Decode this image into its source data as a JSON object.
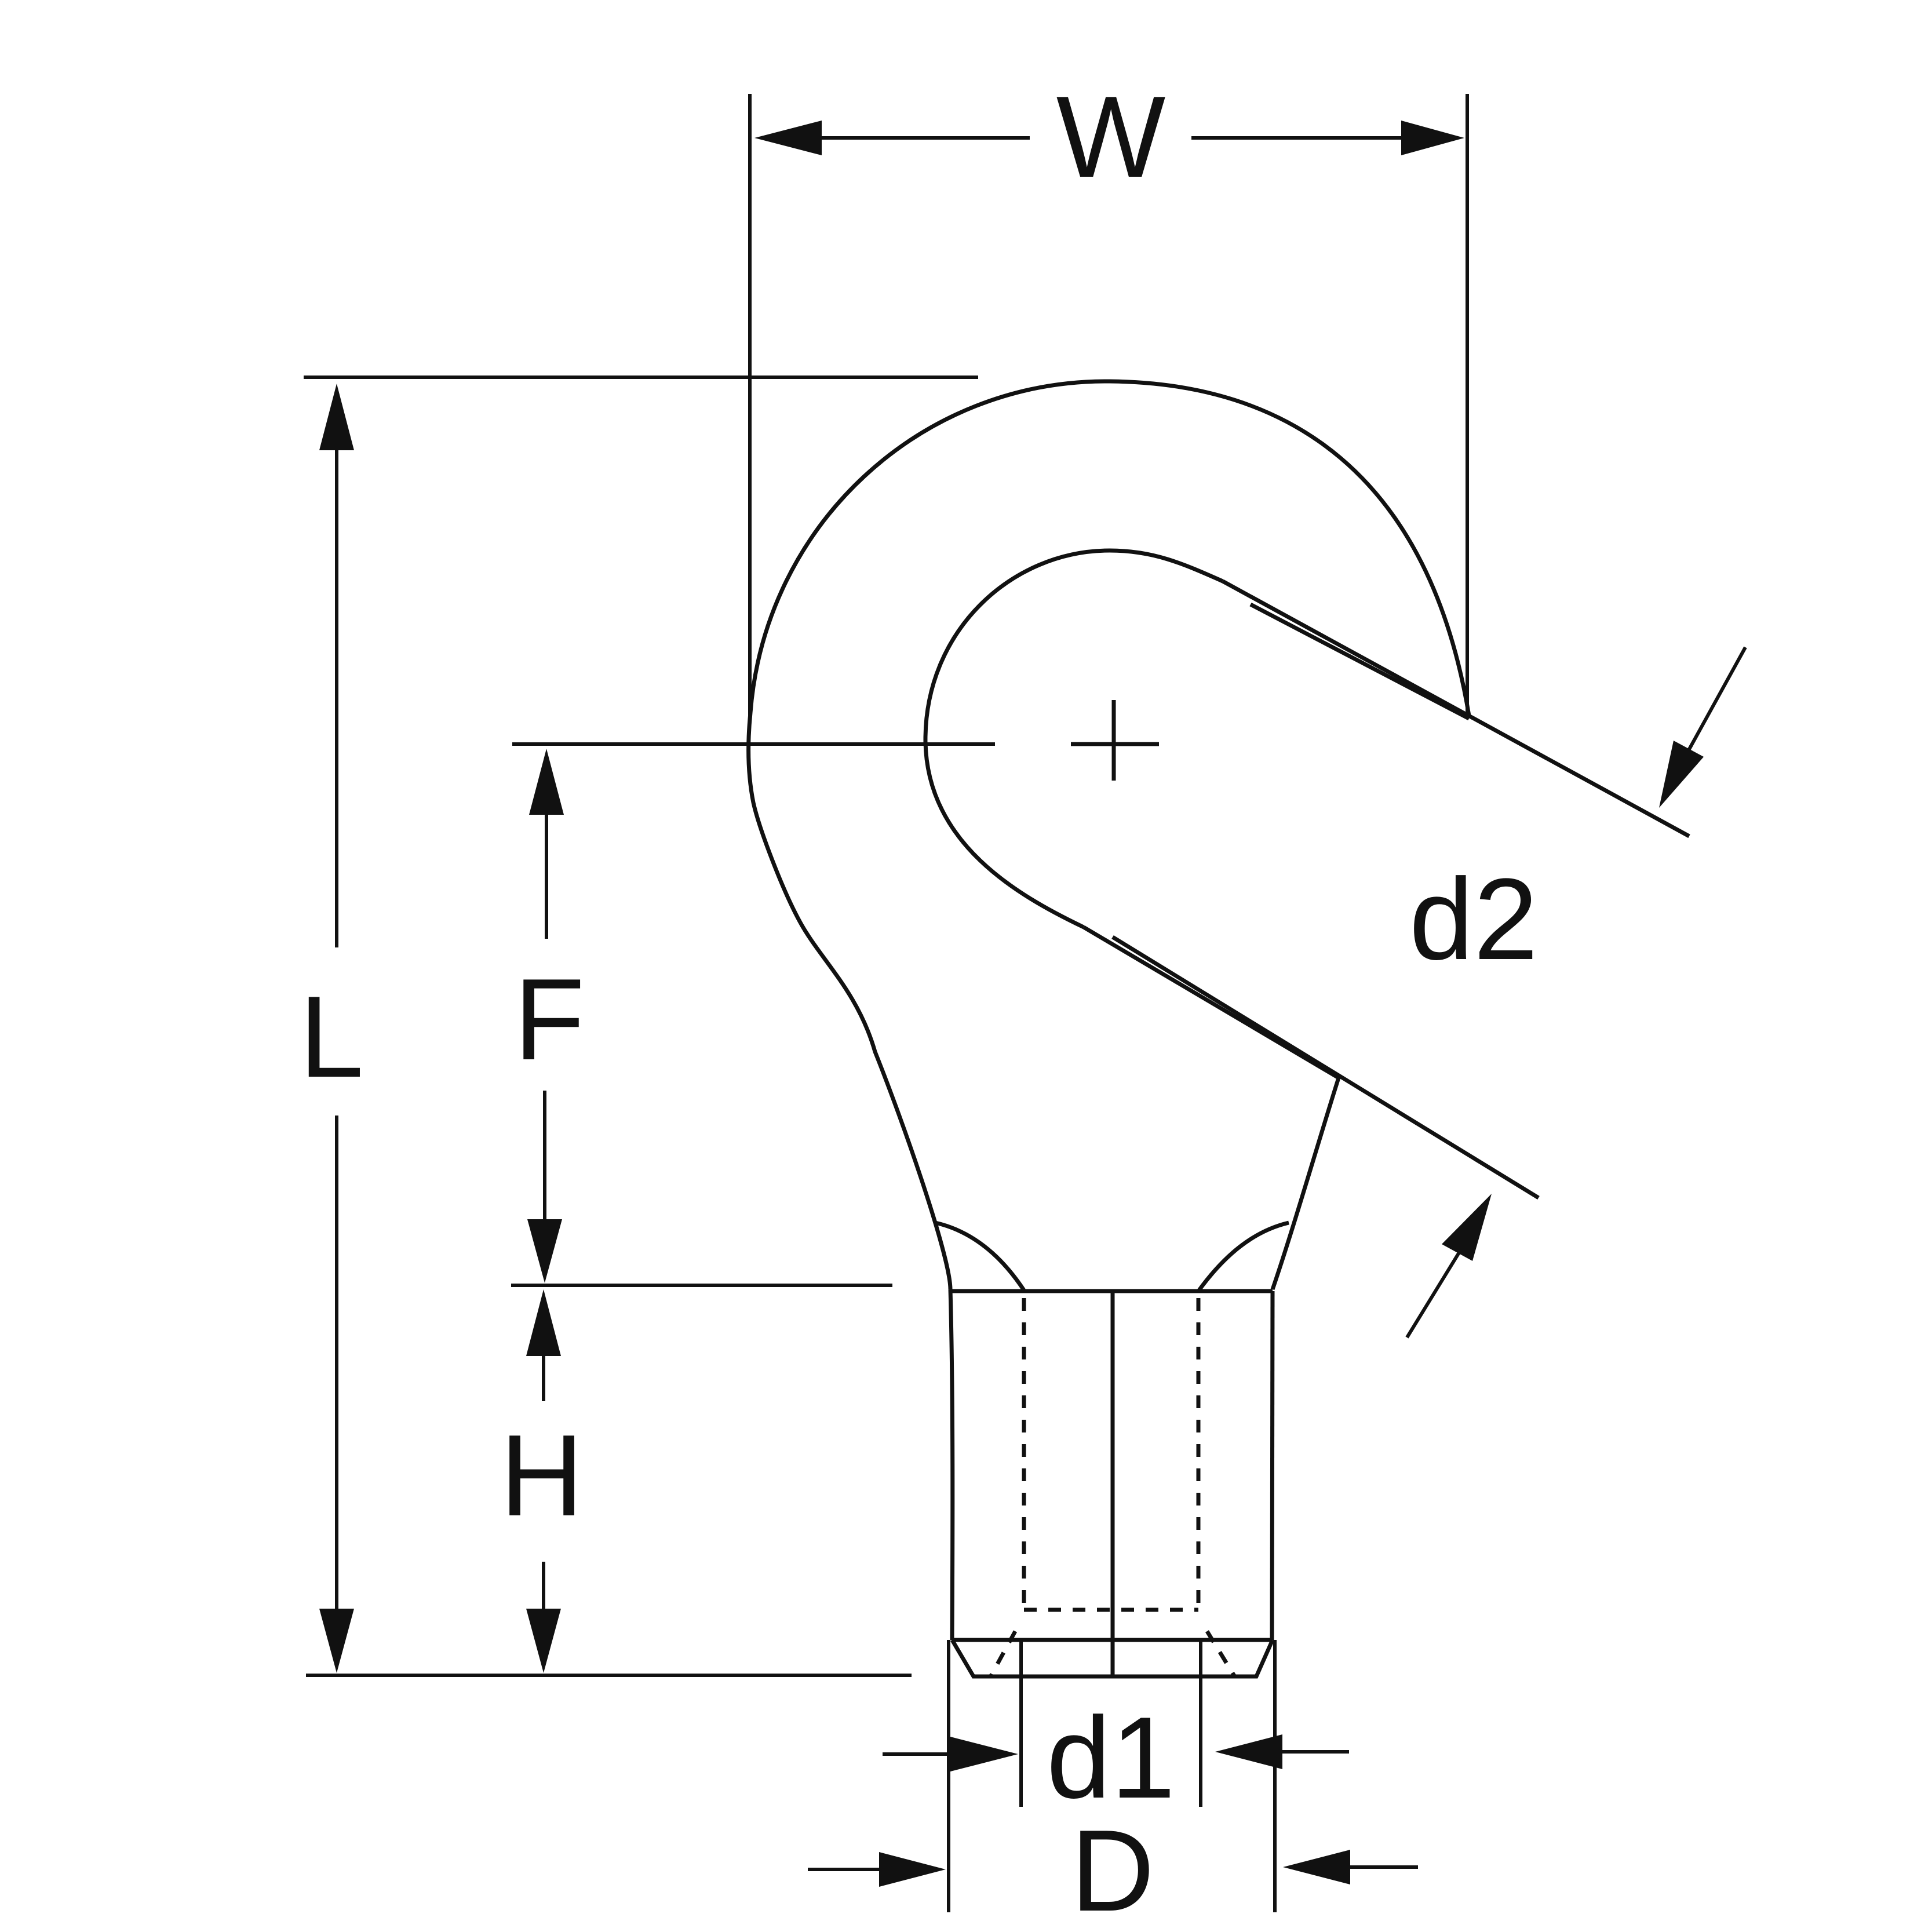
{
  "labels": {
    "width": "W",
    "length": "L",
    "center_height": "F",
    "barrel_length": "H",
    "stud_hole": "d2",
    "wire_diameter": "d1",
    "barrel_diameter": "D"
  },
  "colors": {
    "line": "#111111",
    "background": "#ffffff"
  }
}
